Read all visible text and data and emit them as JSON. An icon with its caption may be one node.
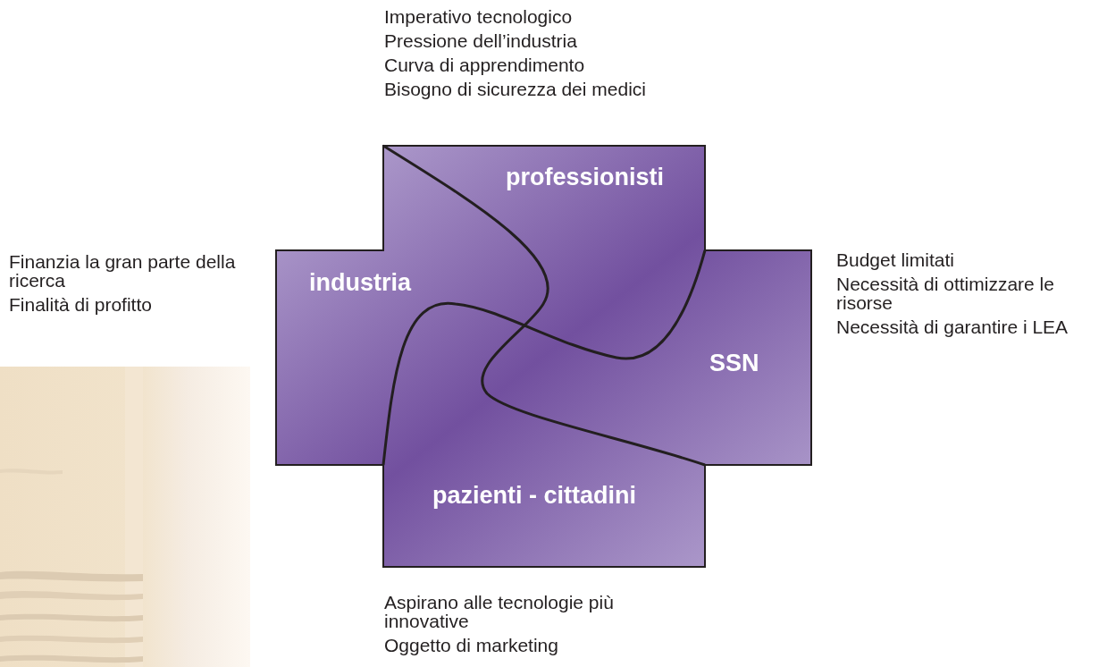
{
  "diagram": {
    "nodes": [
      {
        "text": [
          "professionisti"
        ],
        "beside": [
          "Imperativo tecnologico",
          "Pressione dell’industria",
          "Curva di apprendimento",
          "Bisogno di sicurezza dei medici"
        ]
      },
      {
        "text": [
          "industria"
        ],
        "beside": [
          "Finanzia la gran parte della ricerca",
          "Finalità di profitto"
        ]
      },
      {
        "text": [
          "SSN"
        ],
        "beside": [
          "Budget limitati",
          "Necessità di ottimizzare le risorse",
          "Necessità di garantire i LEA"
        ]
      },
      {
        "text": [
          "pazienti - cittadini"
        ],
        "beside": [
          "Aspirano alle tecnologie più innovative",
          "Oggetto di marketing"
        ]
      }
    ]
  }
}
